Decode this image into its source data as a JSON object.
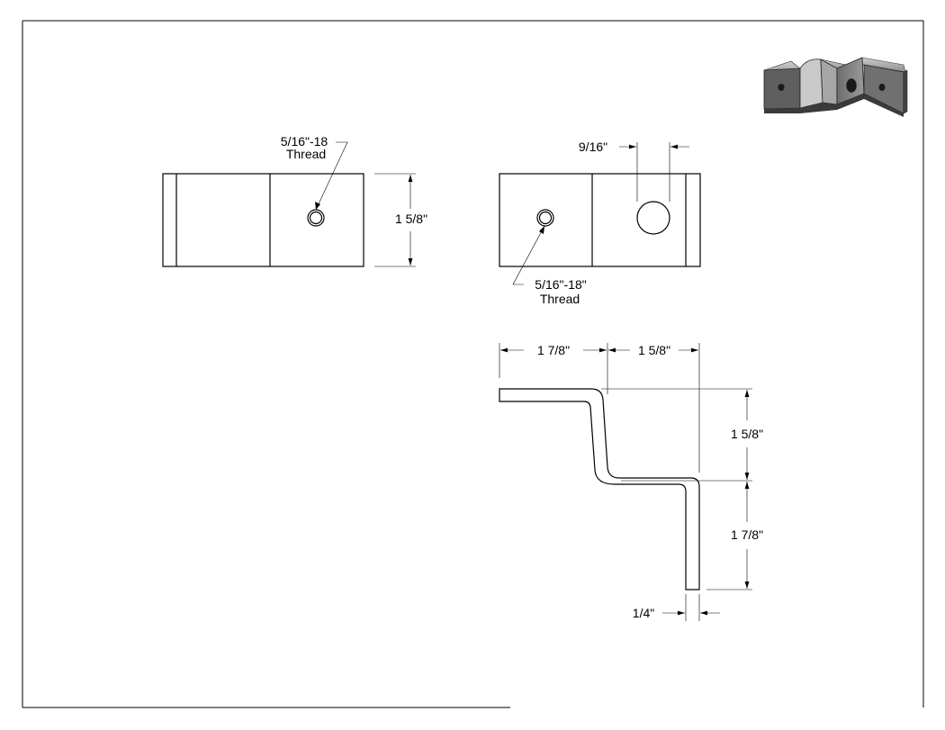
{
  "drawing": {
    "views": {
      "front_left": {
        "note_line1": "5/16\"-18",
        "note_line2": "Thread",
        "height_dim": "1 5/8\""
      },
      "front_right": {
        "hole_dim": "9/16\"",
        "note_line1": "5/16\"-18\"",
        "note_line2": "Thread"
      },
      "side": {
        "width_1": "1 7/8\"",
        "width_2": "1 5/8\"",
        "height_1": "1 5/8\"",
        "height_2": "1 7/8\"",
        "thickness": "1/4\""
      }
    }
  }
}
